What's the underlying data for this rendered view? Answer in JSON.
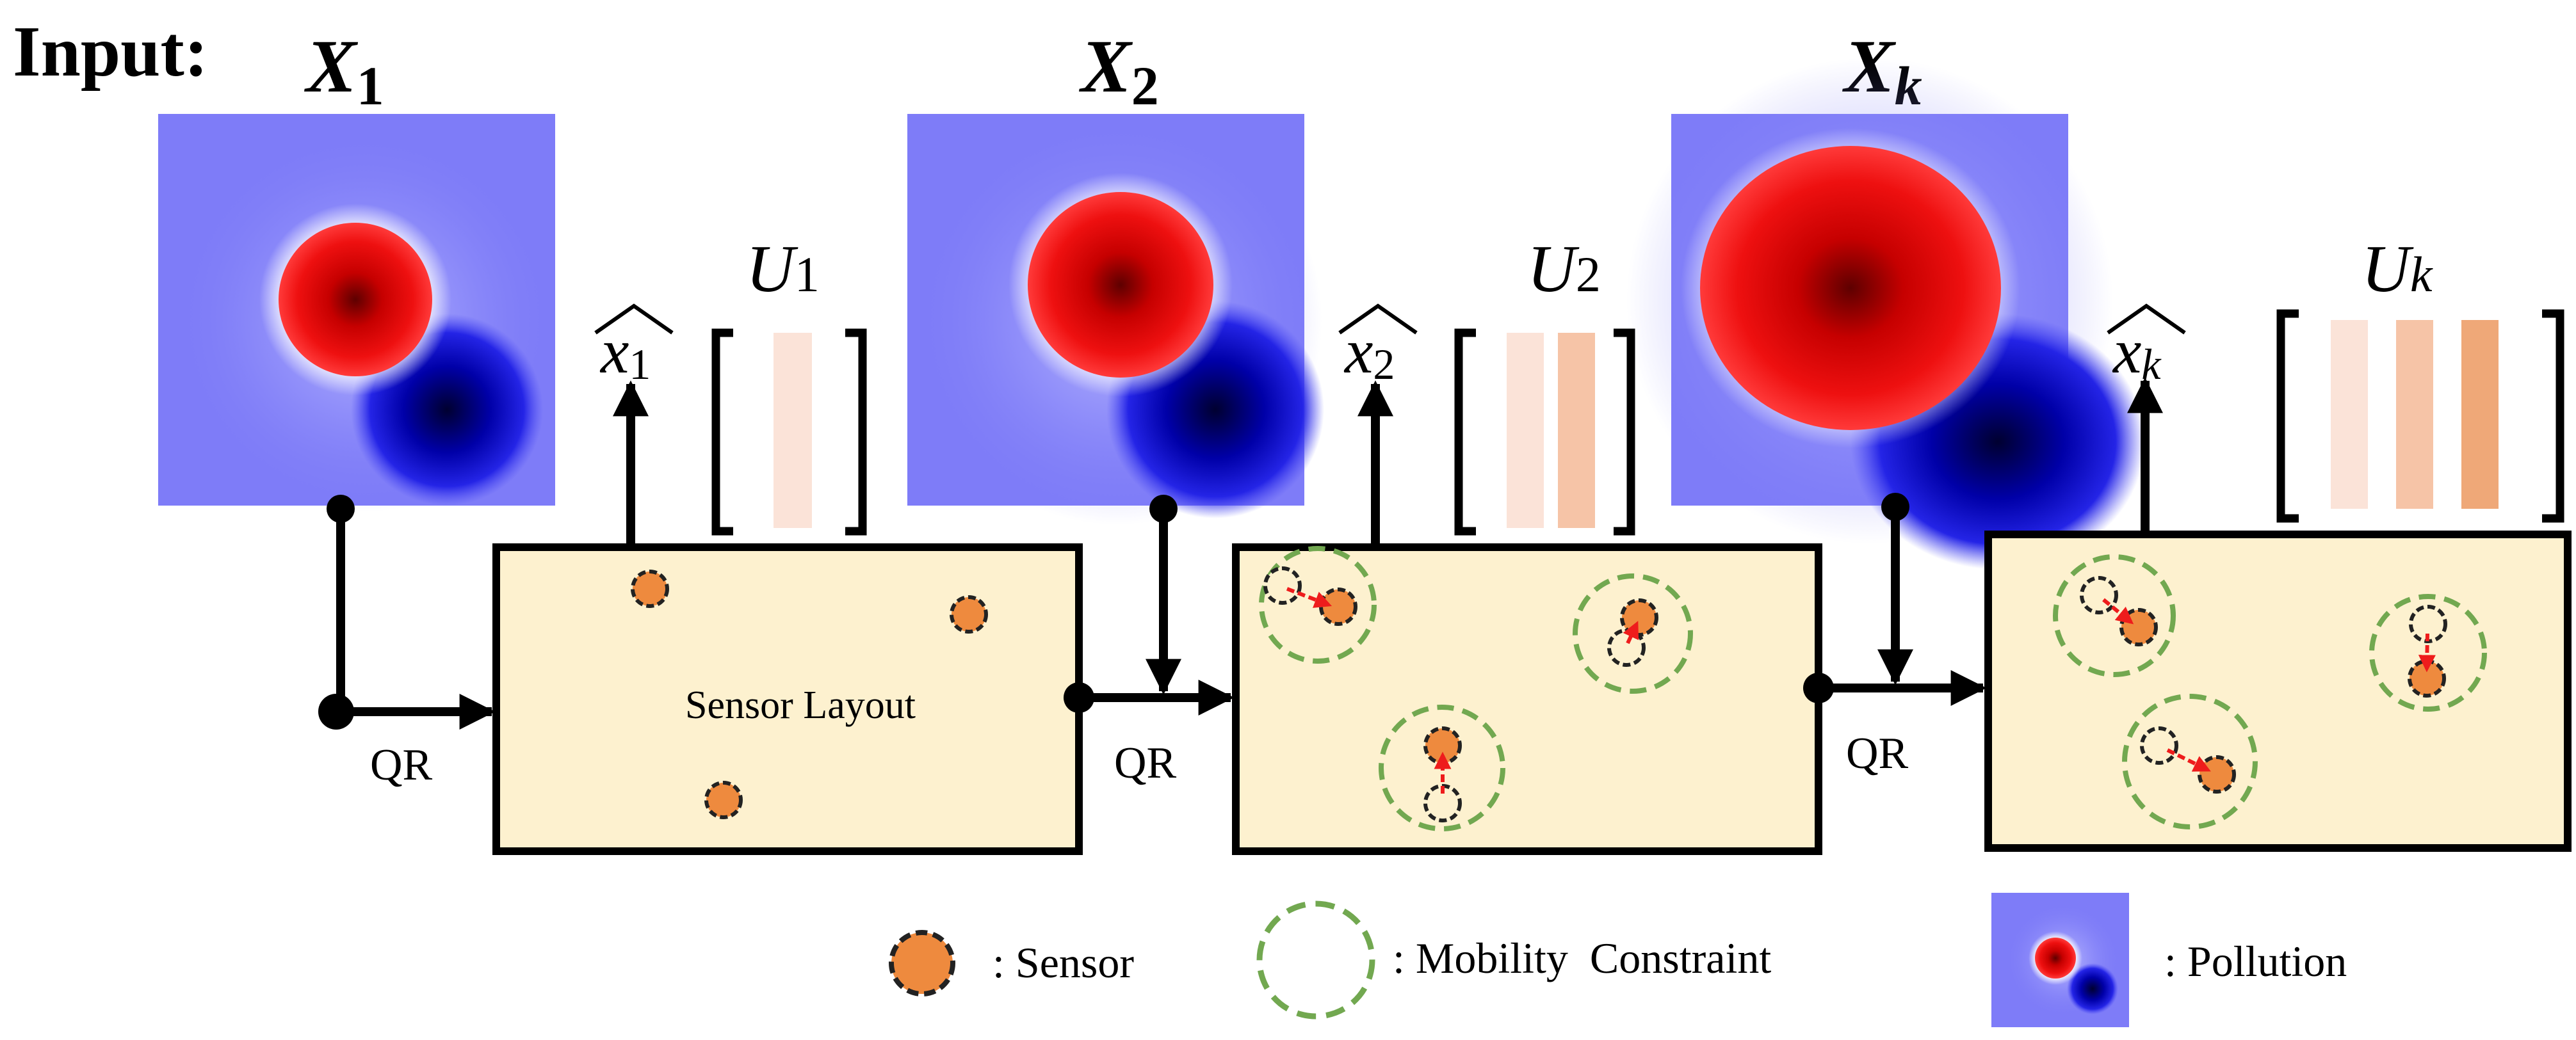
{
  "input_label": "Input:",
  "inputs": [
    {
      "symbol": "X",
      "subscript": "1"
    },
    {
      "symbol": "X",
      "subscript": "2"
    },
    {
      "symbol": "X",
      "subscript": "k"
    }
  ],
  "estimates": [
    {
      "symbol": "x",
      "subscript": "1"
    },
    {
      "symbol": "x",
      "subscript": "2"
    },
    {
      "symbol": "x",
      "subscript": "k"
    }
  ],
  "bases": [
    {
      "symbol": "U",
      "subscript": "1",
      "column_colors": [
        "#fbe3d8"
      ]
    },
    {
      "symbol": "U",
      "subscript": "2",
      "column_colors": [
        "#fbe3d8",
        "#f6c4a7"
      ]
    },
    {
      "symbol": "U",
      "subscript": "k",
      "column_colors": [
        "#fbe3d8",
        "#f6c4a7",
        "#efa878"
      ]
    }
  ],
  "qr_label": "QR",
  "layout_label": "Sensor Layout",
  "legend": {
    "sensor": ": Sensor",
    "mobility": ": Mobility  Constraint",
    "pollution": ": Pollution"
  },
  "colors": {
    "sensor_fill": "#ee8a3e",
    "panel_fill": "#fdf1cf",
    "constraint": "#72a850",
    "move_arrow": "#ee1c1c",
    "pollution_positive": "#cc0000",
    "pollution_negative": "#0000cc",
    "pollution_background": "#7e7cf8"
  }
}
